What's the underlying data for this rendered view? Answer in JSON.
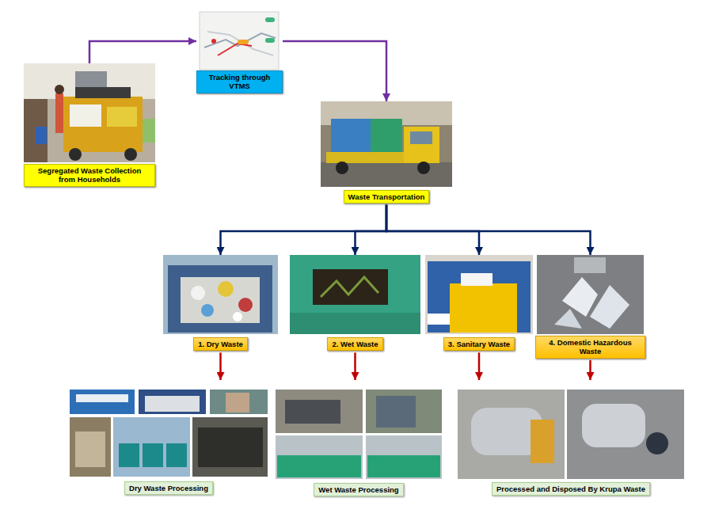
{
  "diagram": {
    "nodes": [
      {
        "text": [
          "Segregated Waste Collection from Households"
        ]
      },
      {
        "text": [
          "Tracking through VTMS"
        ]
      },
      {
        "text": [
          "Waste Transportation"
        ]
      },
      {
        "text": [
          "1. Dry Waste"
        ]
      },
      {
        "text": [
          "2. Wet Waste"
        ]
      },
      {
        "text": [
          "3. Sanitary Waste"
        ]
      },
      {
        "text": [
          "4. Domestic Hazardous Waste"
        ]
      },
      {
        "text": [
          "Dry Waste Processing"
        ]
      },
      {
        "text": [
          "Wet Waste Processing"
        ]
      },
      {
        "text": [
          "Processed and Disposed By Krupa Waste"
        ]
      }
    ],
    "edges": [
      {
        "from": 0,
        "to": 1,
        "arrow": "to"
      },
      {
        "from": 1,
        "to": 2,
        "arrow": "to"
      },
      {
        "from": 2,
        "to": 3,
        "arrow": "to"
      },
      {
        "from": 2,
        "to": 4,
        "arrow": "to"
      },
      {
        "from": 2,
        "to": 5,
        "arrow": "to"
      },
      {
        "from": 2,
        "to": 6,
        "arrow": "to"
      },
      {
        "from": 3,
        "to": 7,
        "arrow": "to"
      },
      {
        "from": 4,
        "to": 8,
        "arrow": "to"
      },
      {
        "from": 5,
        "to": 9,
        "arrow": "to"
      },
      {
        "from": 6,
        "to": 9,
        "arrow": "to"
      }
    ]
  }
}
